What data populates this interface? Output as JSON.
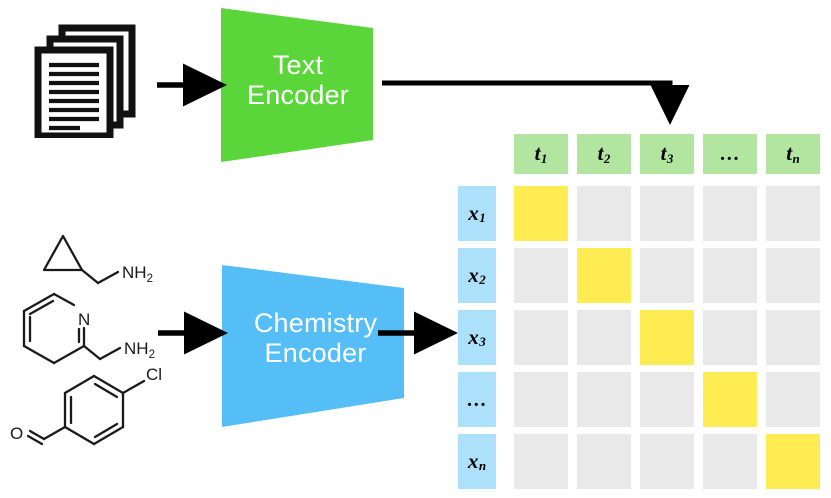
{
  "diagram": {
    "title": "Contrastive text-chemistry encoder alignment diagram",
    "colors": {
      "text_encoder_fill": "#5bd63a",
      "chem_encoder_fill": "#55bef7",
      "header_cell_fill": "#b2e6a0",
      "row_cell_fill": "#ade0fa",
      "grid_cell_fill": "#e9e9e9",
      "match_cell_fill": "#ffec52",
      "stroke": "#000000",
      "encoder_text": "#ffffff"
    }
  },
  "inputs": {
    "documents_icon": "documents-stack-icon",
    "molecules": [
      {
        "name": "cyclopropylmethanamine",
        "labels": [
          {
            "text": "NH",
            "sub": "2"
          }
        ]
      },
      {
        "name": "2-pyridinylmethanamine",
        "labels": [
          {
            "text": "N",
            "sub": ""
          },
          {
            "text": "NH",
            "sub": "2"
          }
        ]
      },
      {
        "name": "4-chlorobenzaldehyde",
        "labels": [
          {
            "text": "Cl",
            "sub": ""
          },
          {
            "text": "O",
            "sub": ""
          }
        ]
      }
    ]
  },
  "encoders": {
    "text": {
      "line1": "Text",
      "line2": "Encoder"
    },
    "chemistry": {
      "line1": "Chemistry",
      "line2": "Encoder"
    }
  },
  "arrows": [
    {
      "name": "arrow-docs-to-text-encoder",
      "kind": "straight"
    },
    {
      "name": "arrow-text-encoder-to-matrix",
      "kind": "elbow-down"
    },
    {
      "name": "arrow-molecules-to-chem-encoder",
      "kind": "straight"
    },
    {
      "name": "arrow-chem-encoder-to-matrix",
      "kind": "straight"
    }
  ],
  "matrix": {
    "column_headers": [
      {
        "text": "t",
        "sub": "1"
      },
      {
        "text": "t",
        "sub": "2"
      },
      {
        "text": "t",
        "sub": "3"
      },
      {
        "text": "…",
        "sub": ""
      },
      {
        "text": "t",
        "sub": "n"
      }
    ],
    "row_headers": [
      {
        "text": "x",
        "sub": "1"
      },
      {
        "text": "x",
        "sub": "2"
      },
      {
        "text": "x",
        "sub": "3"
      },
      {
        "text": "…",
        "sub": ""
      },
      {
        "text": "x",
        "sub": "n"
      }
    ],
    "cells": [
      [
        1,
        0,
        0,
        0,
        0
      ],
      [
        0,
        1,
        0,
        0,
        0
      ],
      [
        0,
        0,
        1,
        0,
        0
      ],
      [
        0,
        0,
        0,
        1,
        0
      ],
      [
        0,
        0,
        0,
        0,
        1
      ]
    ]
  }
}
